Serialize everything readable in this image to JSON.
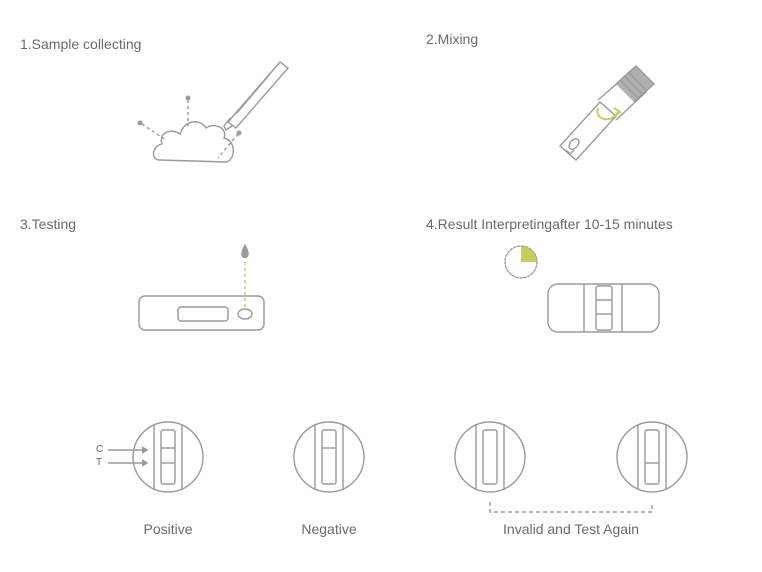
{
  "steps": [
    {
      "label": "1.Sample collecting"
    },
    {
      "label": "2.Mixing"
    },
    {
      "label": "3.Testing"
    },
    {
      "label": "4.Result Interpretingafter 10-15 minutes"
    }
  ],
  "cassette_lines": {
    "c": "C",
    "t": "T"
  },
  "results": [
    {
      "label": "Positive",
      "lines": [
        "C",
        "T"
      ]
    },
    {
      "label": "Negative",
      "lines": [
        "C"
      ]
    },
    {
      "label": "Invalid and Test Again",
      "lines": []
    }
  ],
  "colors": {
    "stroke": "#9a9a9a",
    "accent": "#c8cc5a",
    "text": "#6a6a6a"
  }
}
